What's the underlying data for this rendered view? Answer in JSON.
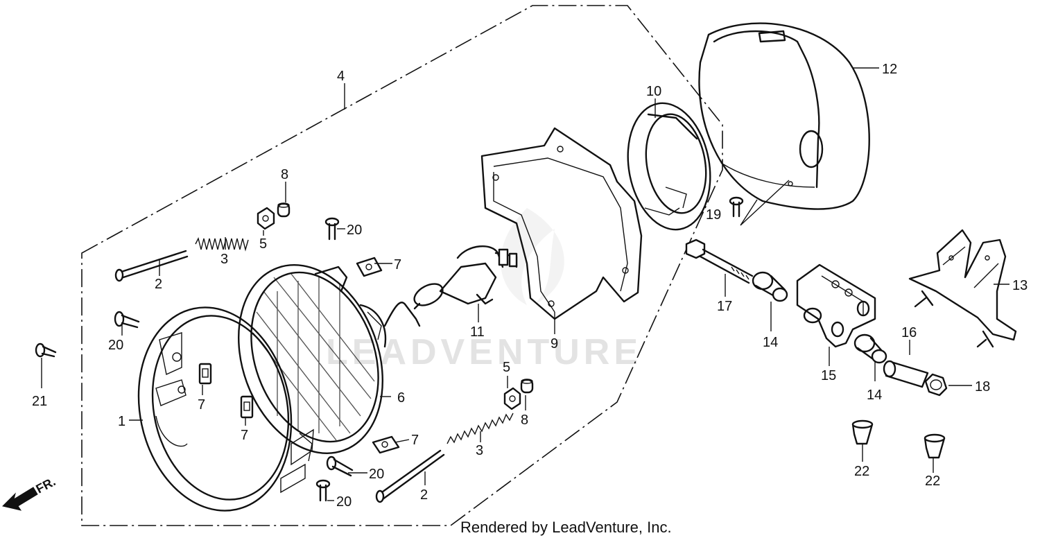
{
  "watermark": "LEADVENTURE",
  "credit": "Rendered by LeadVenture, Inc.",
  "direction_label": "FR.",
  "callouts": {
    "c1": "1",
    "c2a": "2",
    "c2b": "2",
    "c3a": "3",
    "c3b": "3",
    "c4": "4",
    "c5a": "5",
    "c5b": "5",
    "c6": "6",
    "c7a": "7",
    "c7b": "7",
    "c7c": "7",
    "c7d": "7",
    "c8a": "8",
    "c8b": "8",
    "c9": "9",
    "c10": "10",
    "c11": "11",
    "c12": "12",
    "c13": "13",
    "c14a": "14",
    "c14b": "14",
    "c15": "15",
    "c16": "16",
    "c17": "17",
    "c18": "18",
    "c19": "19",
    "c20a": "20",
    "c20b": "20",
    "c20c": "20",
    "c20d": "20",
    "c21": "21",
    "c22a": "22",
    "c22b": "22"
  }
}
